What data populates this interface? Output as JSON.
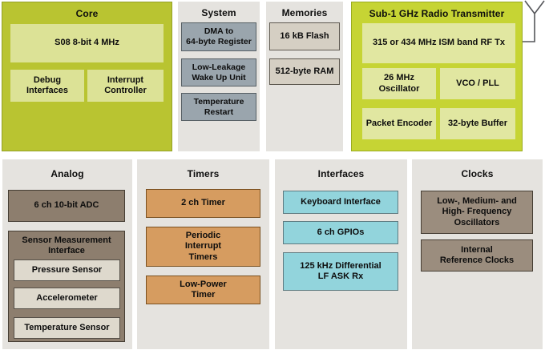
{
  "colors": {
    "core_bg": "#b9c431",
    "core_block": "#dce296",
    "radio_bg": "#c6d434",
    "radio_block": "#e1e7a1",
    "panel_bg": "#e5e3df",
    "system_block": "#9aa5ad",
    "memory_block": "#d5cfc3",
    "analog_block": "#8d7e6e",
    "sensor_inner_block": "#ded9cd",
    "timer_block": "#d69c60",
    "interface_block": "#92d4dc",
    "clock_block": "#9b8d7e",
    "text": "#0d0d0d"
  },
  "icons": {
    "antenna": "antenna-icon"
  },
  "panels": {
    "core": {
      "title": "Core",
      "blocks": {
        "cpu": "S08 8-bit 4 MHz",
        "debug": "Debug\nInterfaces",
        "interrupt": "Interrupt\nController"
      }
    },
    "system": {
      "title": "System",
      "blocks": {
        "dma": "DMA to\n64-byte Register",
        "wakeup": "Low-Leakage\nWake Up Unit",
        "temperature_restart": "Temperature\nRestart"
      }
    },
    "memories": {
      "title": "Memories",
      "blocks": {
        "flash": "16 kB Flash",
        "ram": "512-byte RAM"
      }
    },
    "radio": {
      "title": "Sub-1 GHz Radio Transmitter",
      "blocks": {
        "rf_tx": "315 or 434 MHz ISM band RF Tx",
        "oscillator": "26 MHz\nOscillator",
        "vco_pll": "VCO / PLL",
        "packet_encoder": "Packet Encoder",
        "buffer": "32-byte Buffer"
      }
    },
    "analog": {
      "title": "Analog",
      "blocks": {
        "adc": "6 ch 10-bit ADC",
        "sensor_interface": {
          "label": "Sensor Measurement\nInterface",
          "sensors": {
            "pressure": "Pressure Sensor",
            "accelerometer": "Accelerometer",
            "temperature": "Temperature Sensor"
          }
        }
      }
    },
    "timers": {
      "title": "Timers",
      "blocks": {
        "timer_2ch": "2 ch Timer",
        "periodic": "Periodic\nInterrupt\nTimers",
        "low_power": "Low-Power\nTimer"
      }
    },
    "interfaces": {
      "title": "Interfaces",
      "blocks": {
        "keyboard": "Keyboard Interface",
        "gpio": "6 ch GPIOs",
        "lf_ask": "125 kHz Differential\nLF ASK Rx"
      }
    },
    "clocks": {
      "title": "Clocks",
      "blocks": {
        "oscillators": "Low-, Medium- and\nHigh- Frequency\nOscillators",
        "internal_ref": "Internal\nReference Clocks"
      }
    }
  }
}
